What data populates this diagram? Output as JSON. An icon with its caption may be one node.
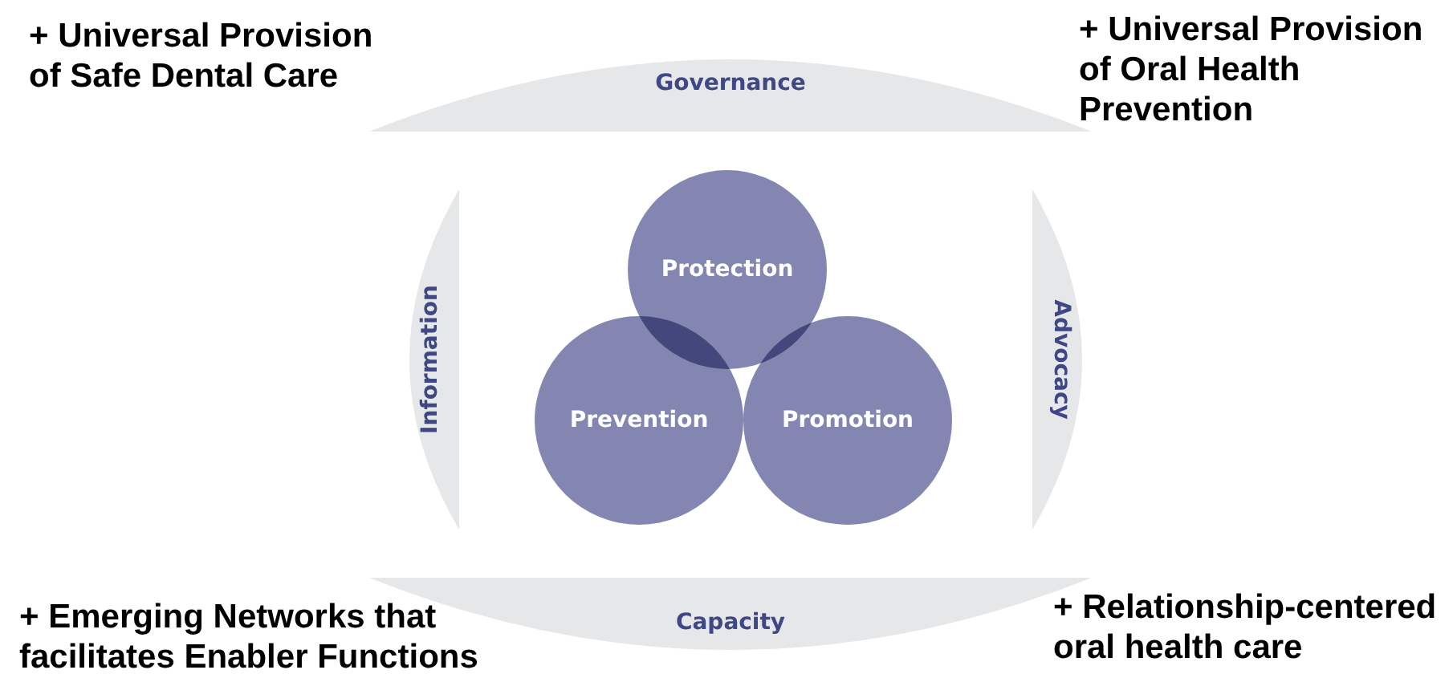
{
  "diagram": {
    "nodes": [
      {
        "text": [
          "Governance"
        ]
      },
      {
        "text": [
          "Information"
        ]
      },
      {
        "text": [
          "Protection"
        ]
      },
      {
        "text": [
          "Advocacy"
        ]
      },
      {
        "text": [
          "Prevention"
        ]
      },
      {
        "text": [
          "Promotion"
        ]
      },
      {
        "text": [
          "Capacity"
        ]
      }
    ],
    "edges": [],
    "labels": [
      "+ Universal Provision of Safe Dental Care",
      "+ Universal Provision of Oral Health Prevention",
      "+ Emerging Networks that facilitates Enabler Functions",
      "+ Relationship-centered oral health care"
    ]
  }
}
